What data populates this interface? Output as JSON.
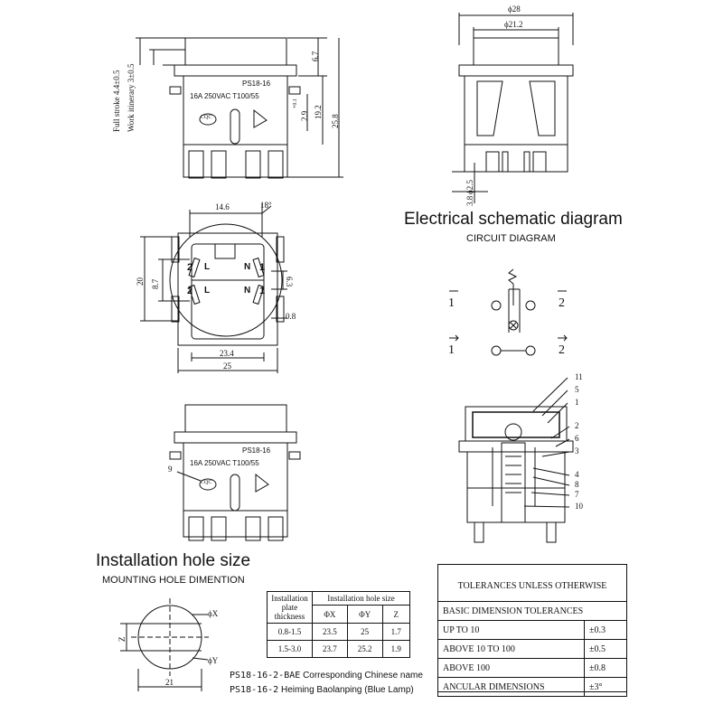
{
  "headings": {
    "electrical": "Electrical schematic diagram",
    "circuit": "CIRCUIT DIAGRAM",
    "installation": "Installation hole size",
    "mounting": "MOUNTING HOLE DIMENTION"
  },
  "front_view": {
    "model": "PS18-16",
    "rating": "16A 250VAC T100/55",
    "cqc": "CQC",
    "full_stroke": "Full stroke 4.4±0.5",
    "work_itinerary": "Work itinerary 3±0.5",
    "dim_top": "6.7",
    "dim_mid": "2.9",
    "dim_mid_tol": "+0.1",
    "dim_192": "19.2",
    "dim_258": "25.8"
  },
  "side_view": {
    "dim_28": "ϕ28",
    "dim_212": "ϕ21.2",
    "dim_25": "ϕ2.5",
    "dim_38": "3.8"
  },
  "bottom_view": {
    "dim_146": "14.6",
    "dim_18deg": "18°",
    "dim_20": "20",
    "dim_87": "8.7",
    "dim_63": "6.3",
    "dim_08": "0.8",
    "dim_234": "23.4",
    "dim_25": "25",
    "terminals": [
      "2",
      "L",
      "N",
      "1",
      "2",
      "L",
      "N",
      "1"
    ]
  },
  "circuit": {
    "labels": [
      "1",
      "2",
      "1",
      "2"
    ]
  },
  "section_view": {
    "callouts": [
      "11",
      "5",
      "1",
      "2",
      "6",
      "3",
      "4",
      "8",
      "7",
      "10"
    ]
  },
  "lower_front": {
    "model": "PS18-16",
    "rating": "16A 250VAC T100/55",
    "cqc": "CQC",
    "callout": "9"
  },
  "mounting": {
    "phix": "ϕX",
    "phiy": "ϕY",
    "z": "Z",
    "dim_21": "21"
  },
  "hole_table": {
    "header_plate": "Installation plate thickness",
    "header_size": "Installation hole size",
    "cols": [
      "ΦX",
      "ΦY",
      "Z"
    ],
    "rows": [
      {
        "thickness": "0.8-1.5",
        "x": "23.5",
        "y": "25",
        "z": "1.7"
      },
      {
        "thickness": "1.5-3.0",
        "x": "23.7",
        "y": "25.2",
        "z": "1.9"
      }
    ]
  },
  "tolerances": {
    "title": "TOLERANCES UNLESS OTHERWISE",
    "basic": "BASIC DIMENSION TOLERANCES",
    "rows": [
      {
        "label": "UP TO 10",
        "value": "±0.3"
      },
      {
        "label": "ABOVE 10 TO 100",
        "value": "±0.5"
      },
      {
        "label": "ABOVE 100",
        "value": "±0.8"
      },
      {
        "label": "ANCULAR DIMENSIONS",
        "value": "±3°"
      }
    ]
  },
  "notes": {
    "line1_code": "PS18-16-2-BAE",
    "line1_text": "Corresponding Chinese name",
    "line2_code": "PS18-16-2",
    "line2_text": "Heiming Baolanping (Blue Lamp)"
  }
}
